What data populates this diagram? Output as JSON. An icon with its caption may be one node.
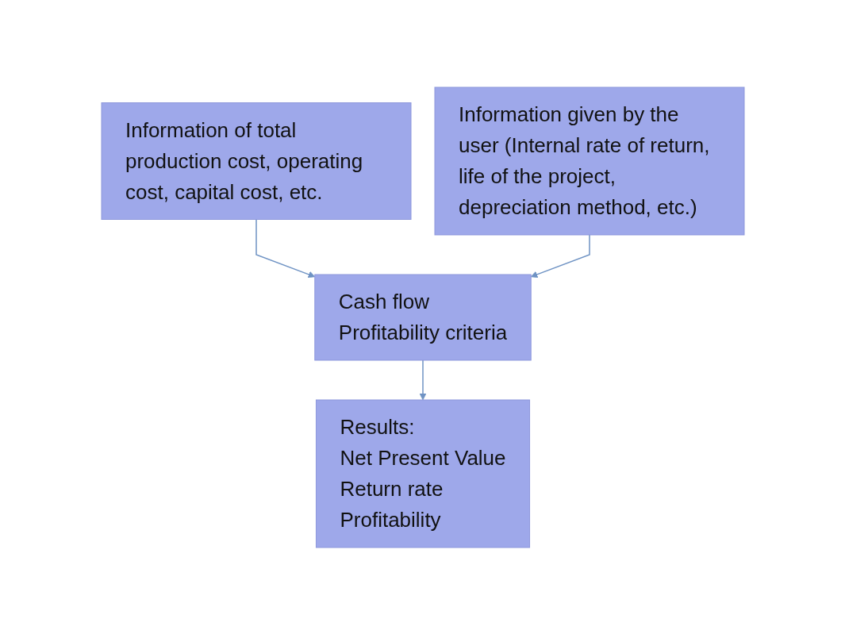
{
  "diagram": {
    "nodes": [
      {
        "text": [
          "Information of total production cost, operating cost, capital cost, etc."
        ]
      },
      {
        "text": [
          "Information given by the user (Internal rate of return, life of the project, depreciation method, etc.)"
        ]
      },
      {
        "text": [
          "Cash flow",
          "Profitability criteria"
        ]
      },
      {
        "text": [
          "Results:",
          "Net Present Value",
          "Return rate",
          "Profitability"
        ]
      }
    ],
    "edges": [
      {
        "from": 0,
        "to": 2,
        "arrow": "to"
      },
      {
        "from": 1,
        "to": 2,
        "arrow": "to"
      },
      {
        "from": 2,
        "to": 3,
        "arrow": "to"
      }
    ]
  }
}
